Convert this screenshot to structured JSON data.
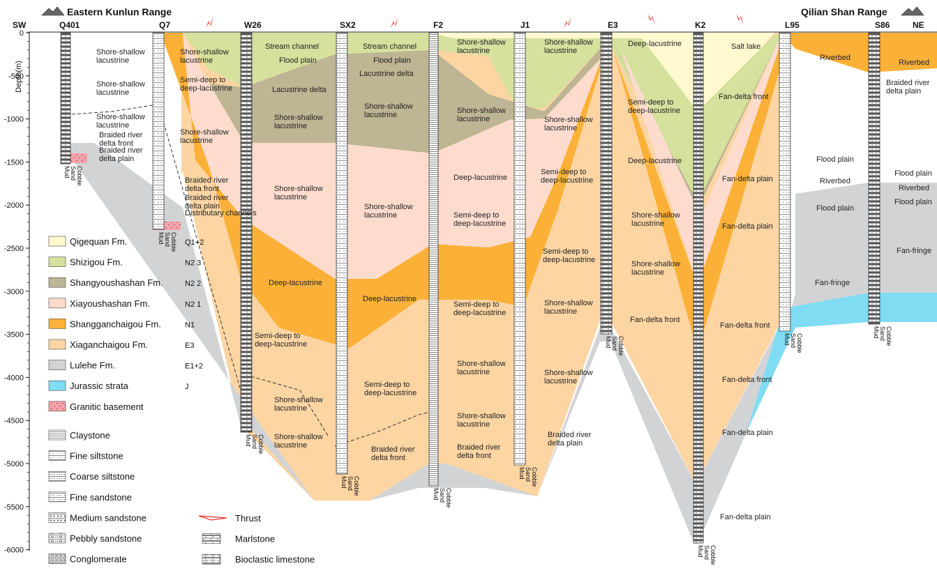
{
  "ranges": {
    "left": "Eastern Kunlun Range",
    "right": "Qilian Shan Range"
  },
  "directions": {
    "left": "SW",
    "right": "NE"
  },
  "axis": {
    "label": "Depth(m)",
    "ticks": [
      "0",
      "-500",
      "-1000",
      "-1500",
      "-2000",
      "-2500",
      "-3000",
      "-3500",
      "-4000",
      "-4500",
      "-5000",
      "-5500",
      "-6000"
    ]
  },
  "wells": [
    "Q401",
    "Q7",
    "W26",
    "SX2",
    "F2",
    "J1",
    "E3",
    "K2",
    "L95",
    "S86"
  ],
  "grain_size": {
    "mud": "Mud",
    "sand": "Sand",
    "cobble": "Cobble"
  },
  "colors": {
    "qigequan": "#fff9cf",
    "shizigou": "#d5e19d",
    "shangyoushashan": "#bdb593",
    "xiayoushashan": "#fddcce",
    "shangganchaigou": "#fbb138",
    "xiaganchaigou": "#fcd5a3",
    "lulehe": "#d2d3d5",
    "jurassic": "#7fdcf3",
    "granite": "#f4a4ab",
    "thrust": "#e5332a"
  },
  "legend": [
    {
      "name": "Qigequan Fm.",
      "symbol": "Q1+2",
      "key": "qigequan"
    },
    {
      "name": "Shizigou Fm.",
      "symbol": "N2 3",
      "key": "shizigou"
    },
    {
      "name": "Shangyoushashan Fm.",
      "symbol": "N2 2",
      "key": "shangyoushashan"
    },
    {
      "name": "Xiayoushashan Fm.",
      "symbol": "N2 1",
      "key": "xiayoushashan"
    },
    {
      "name": "Shangganchaigou Fm.",
      "symbol": "N1",
      "key": "shangganchaigou"
    },
    {
      "name": "Xiaganchaigou Fm.",
      "symbol": "E3",
      "key": "xiaganchaigou"
    },
    {
      "name": "Lulehe Fm.",
      "symbol": "E1+2",
      "key": "lulehe"
    },
    {
      "name": "Jurassic strata",
      "symbol": "J",
      "key": "jurassic"
    },
    {
      "name": "Granitic basement",
      "symbol": "",
      "key": "granite"
    }
  ],
  "lithology_legend": [
    "Claystone",
    "Fine siltstone",
    "Coarse siltstone",
    "Fine sandstone",
    "Medium sandstone",
    "Pebbly sandstone",
    "Conglomerate"
  ],
  "symbol_legend": [
    "Thrust",
    "Marlstone",
    "Bioclastic limestone"
  ],
  "facies": [
    "Shore-shallow lacustrine",
    "Shore-shallow lacustrine",
    "Shore-shallow lacustrine",
    "Braided river delta front",
    "Braided river delta plain",
    "Shore-shallow lacustrine",
    "Semi-deep to deep-lacustrine",
    "Shore-shallow lacustrine",
    "Braided river delta front",
    "Braided river delta plain",
    "Distributary channels",
    "Stream channel",
    "Flood plain",
    "Lacustrine delta",
    "Shore-shallow lacustrine",
    "Shore-shallow lacustrine",
    "Deep-lacustrine",
    "Semi-deep to deep-lacustrine",
    "Shore-shallow lacustrine",
    "Shore-shallow lacustrine",
    "Stream channel",
    "Flood plain",
    "Lacustrine delta",
    "Shore-shallow lacustrine",
    "Shore-shallow lacustrine",
    "Deep-lacustrine",
    "Semi-deep to deep-lacustrine",
    "Braided river delta front",
    "Shore-shallow lacustrine",
    "Shore-shallow lacustrine",
    "Deep-lacustrine",
    "Semi-deep to deep-lacustrine",
    "Semi-deep to deep-lacustrine",
    "Shore-shallow lacustrine",
    "Shore-shallow lacustrine",
    "Braided river delta front",
    "Shore-shallow lacustrine",
    "Shore-shallow lacustrine",
    "Semi-deep to deep-lacustrine",
    "Semi-deep to deep-lacustrine",
    "Shore-shallow lacustrine",
    "Shore-shallow lacustrine",
    "Braided river delta plain",
    "Deep-lacustrine",
    "Semi-deep to deep-lacustrine",
    "Deep-lacustrine",
    "Shore-shallow lacustrine",
    "Shore-shallow lacustrine",
    "Fan-delta front",
    "Salt lake",
    "Fan-delta front",
    "Fan-delta plain",
    "Fan-delta plain",
    "Fan-delta front",
    "Fan-delta front",
    "Fan-delta plain",
    "Fan-delta plain",
    "Riverbed",
    "Flood plain",
    "Riverbed",
    "Flood plain",
    "Fan-fringe",
    "Riverbed",
    "Braided river delta plain",
    "Flood plain",
    "Riverbed",
    "Flood plain",
    "Fan-fringe"
  ]
}
